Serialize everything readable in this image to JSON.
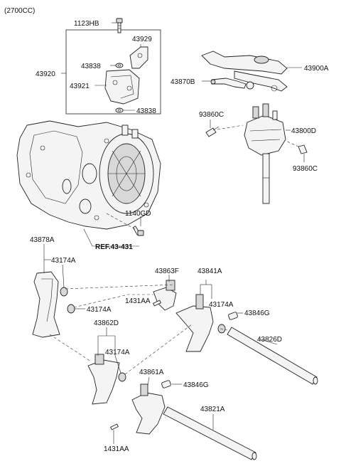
{
  "header": {
    "variant": "(2700CC)"
  },
  "parts": [
    {
      "id": "l-1123HB",
      "text": "1123HB"
    },
    {
      "id": "l-43929",
      "text": "43929"
    },
    {
      "id": "l-43838a",
      "text": "43838"
    },
    {
      "id": "l-43920",
      "text": "43920"
    },
    {
      "id": "l-43921",
      "text": "43921"
    },
    {
      "id": "l-43838b",
      "text": "43838"
    },
    {
      "id": "l-43900A",
      "text": "43900A"
    },
    {
      "id": "l-43870B",
      "text": "43870B"
    },
    {
      "id": "l-93860Ca",
      "text": "93860C"
    },
    {
      "id": "l-43800D",
      "text": "43800D"
    },
    {
      "id": "l-93860Cb",
      "text": "93860C"
    },
    {
      "id": "l-1140GD",
      "text": "1140GD"
    },
    {
      "id": "l-ref",
      "text": "REF.43-431"
    },
    {
      "id": "l-43878A",
      "text": "43878A"
    },
    {
      "id": "l-43174Aa",
      "text": "43174A"
    },
    {
      "id": "l-43863F",
      "text": "43863F"
    },
    {
      "id": "l-43841A",
      "text": "43841A"
    },
    {
      "id": "l-1431AAa",
      "text": "1431AA"
    },
    {
      "id": "l-43174Ab",
      "text": "43174A"
    },
    {
      "id": "l-43174Ac",
      "text": "43174A"
    },
    {
      "id": "l-43846Ga",
      "text": "43846G"
    },
    {
      "id": "l-43862D",
      "text": "43862D"
    },
    {
      "id": "l-43826D",
      "text": "43826D"
    },
    {
      "id": "l-43174Ad",
      "text": "43174A"
    },
    {
      "id": "l-43861A",
      "text": "43861A"
    },
    {
      "id": "l-43846Gb",
      "text": "43846G"
    },
    {
      "id": "l-43821A",
      "text": "43821A"
    },
    {
      "id": "l-1431AAb",
      "text": "1431AA"
    }
  ]
}
